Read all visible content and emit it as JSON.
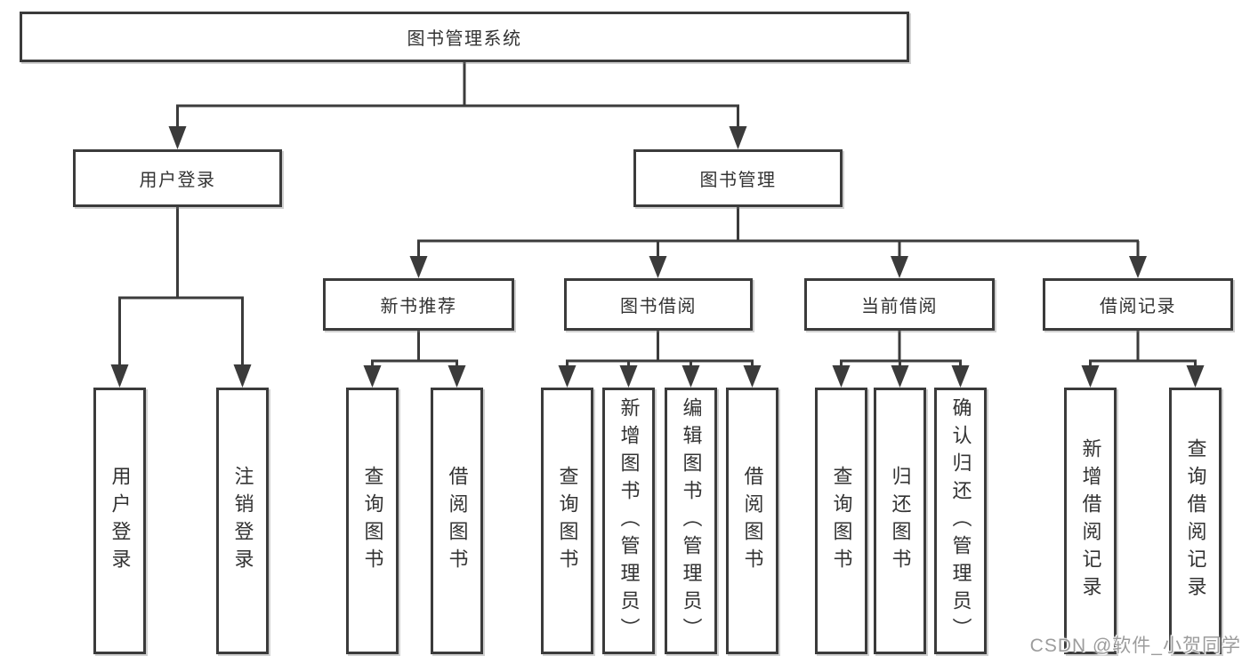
{
  "tree": {
    "root": {
      "label": "图书管理系统"
    },
    "level2": {
      "user_login": {
        "label": "用户登录",
        "children": [
          "用户登录",
          "注销登录"
        ]
      },
      "book_management": {
        "label": "图书管理",
        "sections": {
          "new_book_recommend": {
            "label": "新书推荐",
            "children": [
              "查询图书",
              "借阅图书"
            ]
          },
          "book_borrowing": {
            "label": "图书借阅",
            "children": [
              "查询图书",
              "新增图书（管理员）",
              "编辑图书（管理员）",
              "借阅图书"
            ]
          },
          "current_borrowing": {
            "label": "当前借阅",
            "children": [
              "查询图书",
              "归还图书",
              "确认归还（管理员）"
            ]
          },
          "borrowing_records": {
            "label": "借阅记录",
            "children": [
              "新增借阅记录",
              "查询借阅记录"
            ]
          }
        }
      }
    }
  },
  "watermark": {
    "text": "CSDN @软件_小贺同学"
  },
  "colors": {
    "line": "#3b3b3b",
    "box_border": "#3b3b3b",
    "text": "#333333",
    "watermark": "#9c9c9c",
    "background": "#ffffff"
  }
}
